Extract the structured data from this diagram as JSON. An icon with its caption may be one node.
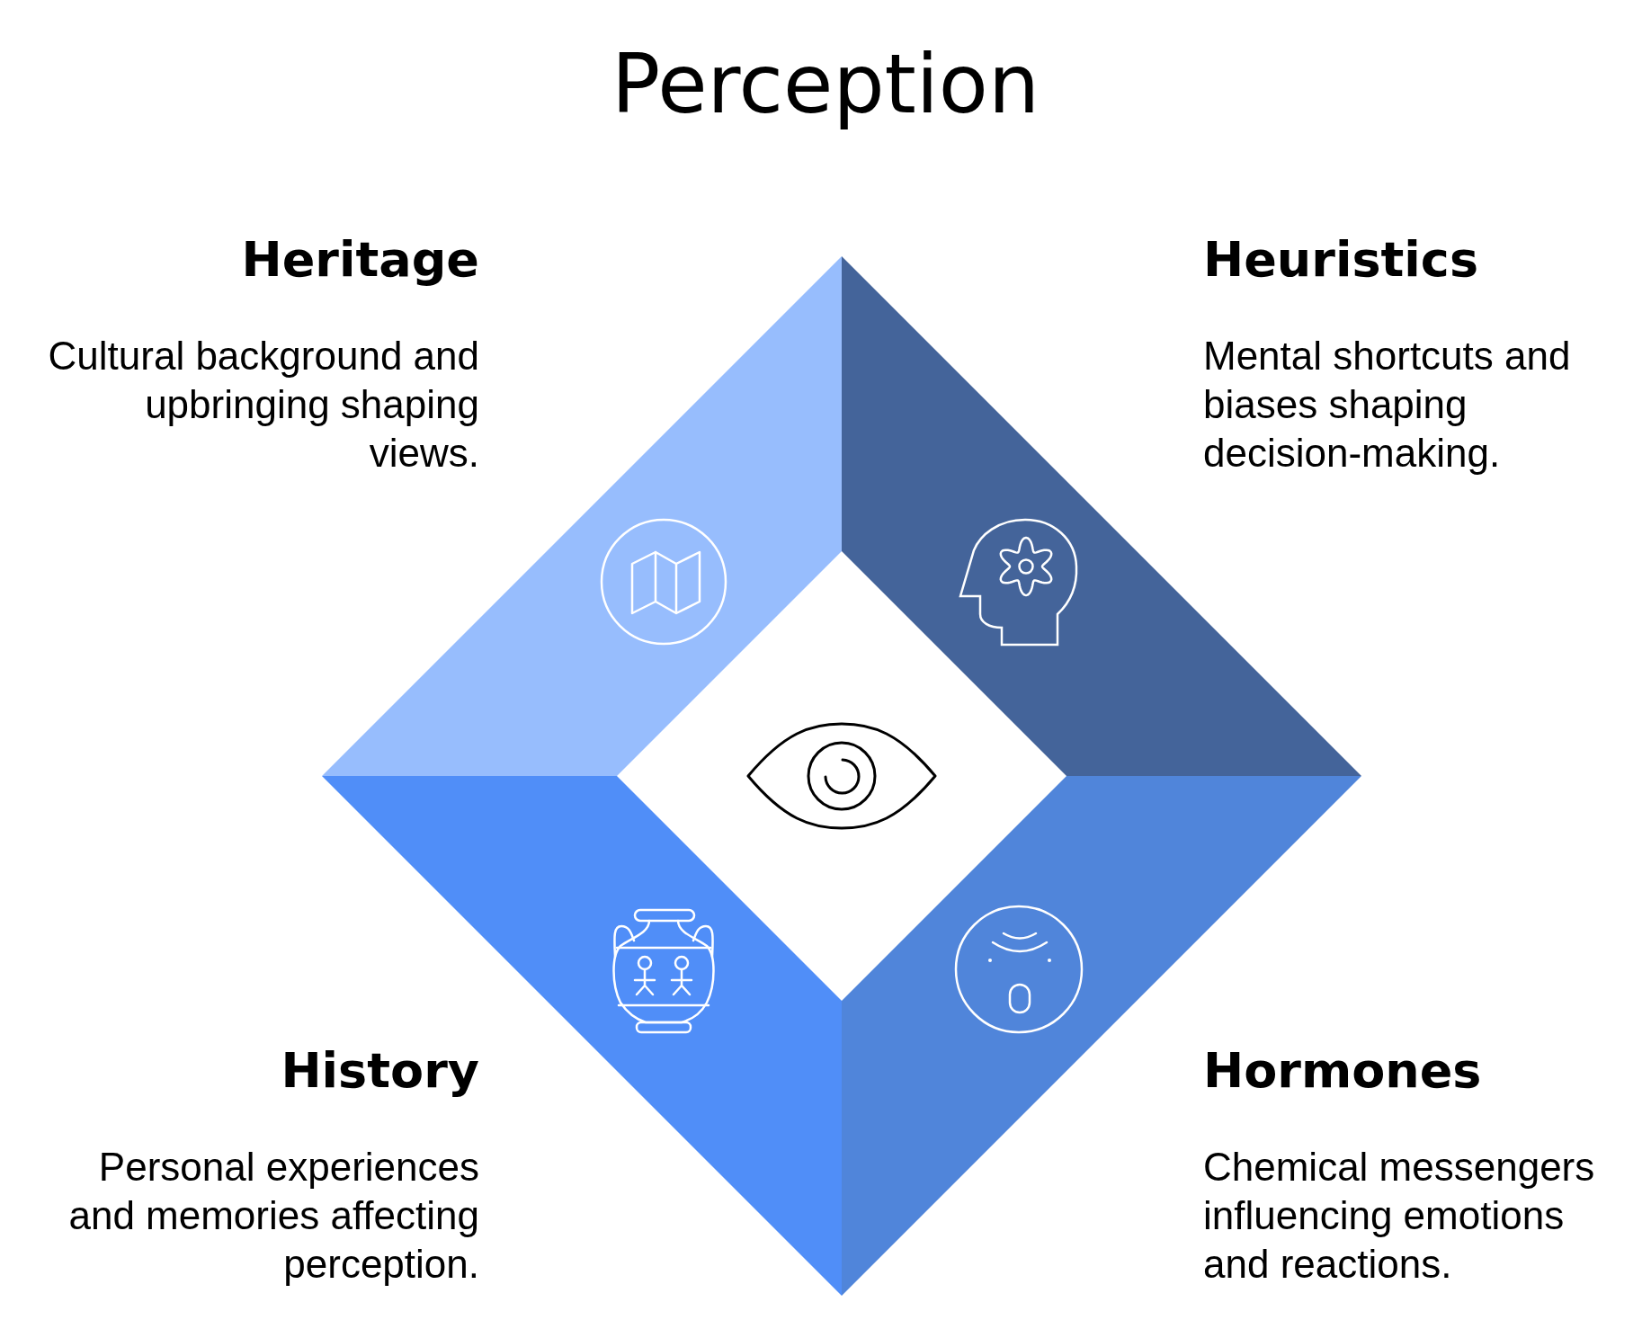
{
  "diagram": {
    "title": "Perception",
    "nodes": [
      {
        "text": [
          "Heritage",
          "Cultural background and upbringing shaping views."
        ]
      },
      {
        "text": [
          "Heuristics",
          "Mental shortcuts and biases shaping decision-making."
        ]
      },
      {
        "text": [
          "History",
          "Personal experiences and memories affecting perception."
        ]
      },
      {
        "text": [
          "Hormones",
          "Chemical messengers influencing emotions and reactions."
        ]
      }
    ]
  }
}
